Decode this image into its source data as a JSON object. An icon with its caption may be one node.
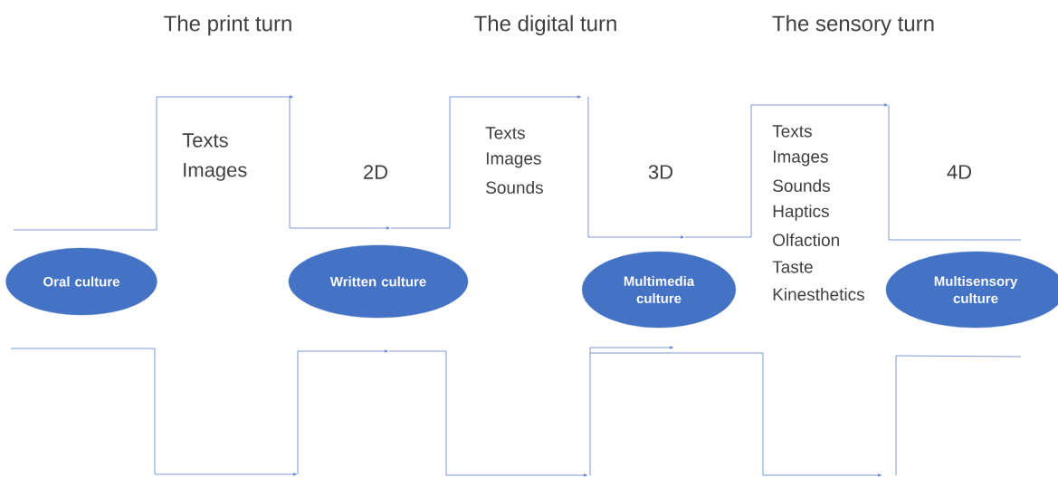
{
  "diagram": {
    "nodes": [
      {
        "text": [
          "Oral culture"
        ]
      },
      {
        "text": [
          "Written culture"
        ]
      },
      {
        "text": [
          "Multimedia culture"
        ]
      },
      {
        "text": [
          "Multisensory culture"
        ]
      }
    ],
    "labels": [
      "The print turn",
      "The digital turn",
      "The sensory turn",
      "Texts",
      "Images",
      "2D",
      "Texts",
      "Images",
      "Sounds",
      "3D",
      "Texts",
      "Images",
      "Sounds",
      "Haptics",
      "Olfaction",
      "Taste",
      "Kinesthetics",
      "4D"
    ]
  }
}
